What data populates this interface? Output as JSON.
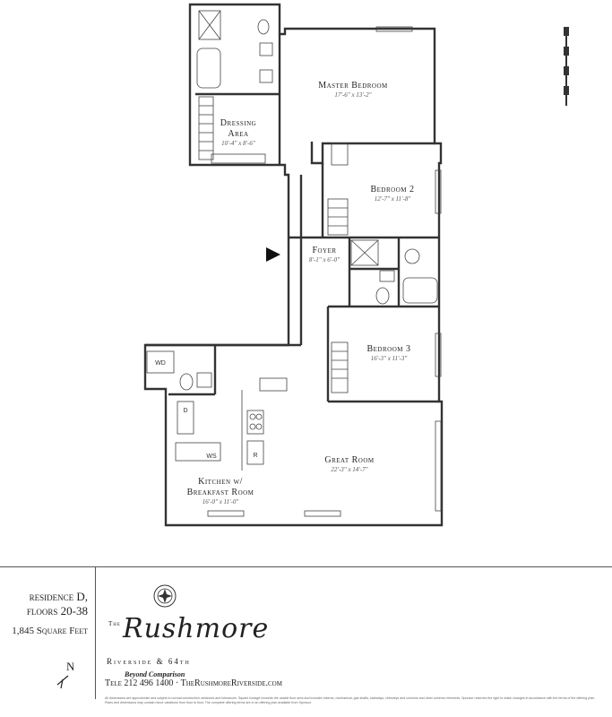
{
  "rooms": {
    "master_bedroom": {
      "name": "Master Bedroom",
      "dims": "17'-6\" x 13'-2\""
    },
    "dressing_area_1": {
      "name": "Dressing",
      "dims": "10'-4\" x 8'-6\""
    },
    "dressing_area_2": {
      "name": "Area"
    },
    "bedroom_2": {
      "name": "Bedroom 2",
      "dims": "12'-7\" x 11'-8\""
    },
    "foyer": {
      "name": "Foyer",
      "dims": "8'-1\" x 6'-0\""
    },
    "bedroom_3": {
      "name": "Bedroom 3",
      "dims": "16'-3\" x 11'-3\""
    },
    "great_room": {
      "name": "Great Room",
      "dims": "22'-3\" x 14'-7\""
    },
    "kitchen_1": {
      "name": "Kitchen w/",
      "dims": "16'-0\" x 11'-0\""
    },
    "kitchen_2": {
      "name": "Breakfast Room"
    }
  },
  "fixtures": {
    "wd": "WD",
    "dw": "D",
    "ws": "WS",
    "refrigerator": "R"
  },
  "footer": {
    "residence": "residence D,",
    "floors": "floors 20-38",
    "sqft": "1,845 Square Feet",
    "north": "N",
    "brand_the": "The",
    "brand_name": "Rushmore",
    "brand_location": "Riverside & 64th",
    "brand_tagline": "Beyond Comparison",
    "contact": "Tele 212 496 1400 · TheRushmoreRiverside.com",
    "disclaimer": "All dimensions are approximate and subject to normal construction variances and tolerances. Square footage exceeds the usable floor area and includes exterior, mechanical, gas shafts, stairways, chimneys and columns and other common elements. Sponsor reserves the right to make changes in accordance with the terms of the offering plan. Plans and dimensions may contain minor variations from floor to floor. The complete offering terms are in an offering plan available from Sponsor."
  },
  "colors": {
    "ink": "#222222",
    "wall": "#333333",
    "paper": "#ffffff"
  },
  "icons": [
    "entry-arrow-icon",
    "north-arrow-icon",
    "scale-bar-icon",
    "brand-crest-icon"
  ]
}
